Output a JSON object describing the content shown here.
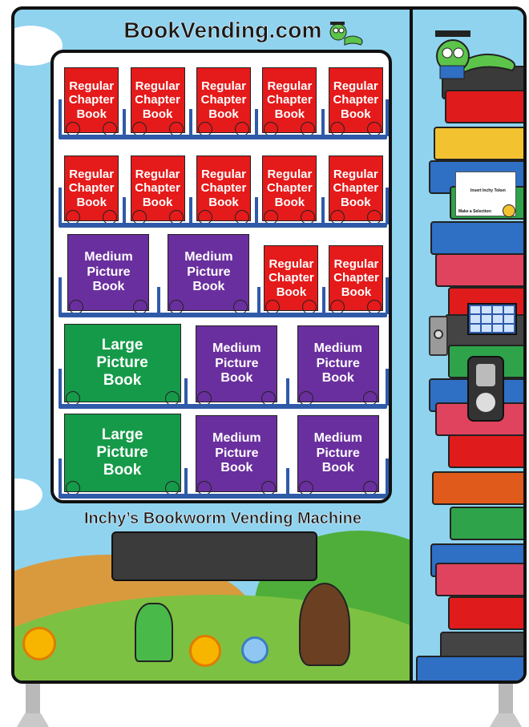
{
  "header": {
    "site_title": "BookVending.com"
  },
  "machine_label": "Inchy’s Bookworm Vending Machine",
  "control_panel": {
    "screen_line1": "Insert Inchy Token",
    "screen_line2": "Make a Selection:"
  },
  "colors": {
    "regular": "#e51a1a",
    "medium": "#6a2f9e",
    "large": "#159a49",
    "shelf": "#2f5aa8",
    "machine_bg": "#8fd3ef"
  },
  "rows": [
    {
      "items": [
        {
          "type": "regular",
          "label": [
            "Regular",
            "Chapter",
            "Book"
          ]
        },
        {
          "type": "regular",
          "label": [
            "Regular",
            "Chapter",
            "Book"
          ]
        },
        {
          "type": "regular",
          "label": [
            "Regular",
            "Chapter",
            "Book"
          ]
        },
        {
          "type": "regular",
          "label": [
            "Regular",
            "Chapter",
            "Book"
          ]
        },
        {
          "type": "regular",
          "label": [
            "Regular",
            "Chapter",
            "Book"
          ]
        }
      ]
    },
    {
      "items": [
        {
          "type": "regular",
          "label": [
            "Regular",
            "Chapter",
            "Book"
          ]
        },
        {
          "type": "regular",
          "label": [
            "Regular",
            "Chapter",
            "Book"
          ]
        },
        {
          "type": "regular",
          "label": [
            "Regular",
            "Chapter",
            "Book"
          ]
        },
        {
          "type": "regular",
          "label": [
            "Regular",
            "Chapter",
            "Book"
          ]
        },
        {
          "type": "regular",
          "label": [
            "Regular",
            "Chapter",
            "Book"
          ]
        }
      ]
    },
    {
      "items": [
        {
          "type": "medium",
          "label": [
            "Medium",
            "Picture",
            "Book"
          ]
        },
        {
          "type": "medium",
          "label": [
            "Medium",
            "Picture",
            "Book"
          ]
        },
        {
          "type": "regular",
          "label": [
            "Regular",
            "Chapter",
            "Book"
          ]
        },
        {
          "type": "regular",
          "label": [
            "Regular",
            "Chapter",
            "Book"
          ]
        }
      ]
    },
    {
      "items": [
        {
          "type": "large",
          "label": [
            "Large",
            "Picture",
            "Book"
          ]
        },
        {
          "type": "medium",
          "label": [
            "Medium",
            "Picture",
            "Book"
          ]
        },
        {
          "type": "medium",
          "label": [
            "Medium",
            "Picture",
            "Book"
          ]
        }
      ]
    },
    {
      "items": [
        {
          "type": "large",
          "label": [
            "Large",
            "Picture",
            "Book"
          ]
        },
        {
          "type": "medium",
          "label": [
            "Medium",
            "Picture",
            "Book"
          ]
        },
        {
          "type": "medium",
          "label": [
            "Medium",
            "Picture",
            "Book"
          ]
        }
      ]
    }
  ]
}
